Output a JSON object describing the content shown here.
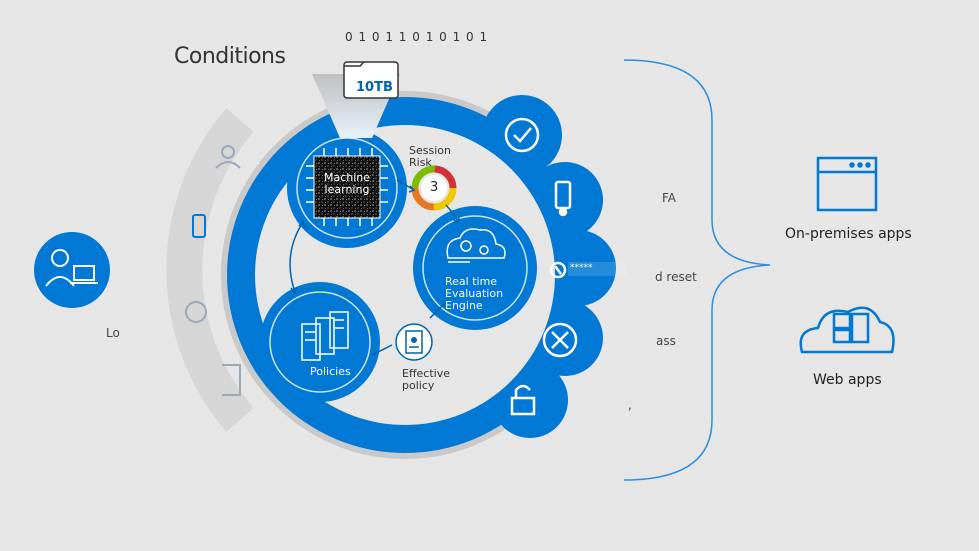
{
  "diagram": {
    "title": "Conditions",
    "data_badge": "10TB",
    "binary_digits": "0 1 0 1 1 0 1 0 1 0 1",
    "nodes": {
      "machine_learning": [
        "Machine",
        "learning"
      ],
      "session_risk": [
        "Session",
        "Risk"
      ],
      "risk_score": "3",
      "evaluation_engine": [
        "Real time",
        "Evaluation",
        "Engine"
      ],
      "policies": "Policies",
      "effective_policy": [
        "Effective",
        "policy"
      ],
      "password_mask": "*****"
    },
    "left_fragments": {
      "top": "",
      "bottom": "Lo"
    },
    "right_fragments": {
      "mfa": "FA",
      "reset": "d reset",
      "access": "ass",
      "last": ","
    },
    "apps": {
      "on_premises": "On-premises apps",
      "web": "Web apps"
    }
  },
  "colors": {
    "background": "#e6e6e6",
    "primary_blue": "#0078d4",
    "dark_blue": "#0063b1",
    "light_blue": "#2b8de0",
    "ring_gray": "#c9c9c9",
    "white": "#ffffff"
  }
}
